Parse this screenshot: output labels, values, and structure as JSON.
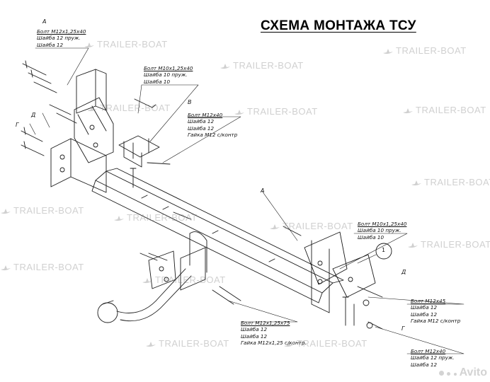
{
  "title": "СХЕМА МОНТАЖА ТСУ",
  "watermark": "TRAILER-BOAT",
  "avito": "Avito",
  "callouts": [
    {
      "id": "A-top",
      "letter": "A",
      "lines": [
        "Болт М12х1,25х40",
        "Шайба 12 пруж.",
        "Шайба 12"
      ]
    },
    {
      "id": "M10-top",
      "letter": "",
      "lines": [
        "Болт М10х1,25х40",
        "Шайба 10 пруж.",
        "Шайба 10"
      ]
    },
    {
      "id": "B",
      "letter": "B",
      "lines": [
        "Болт М12х40",
        "Шайба 12",
        "Шайба 12",
        "Гайка М12 с/контр"
      ]
    },
    {
      "id": "M10-right",
      "letter": "",
      "lines": [
        "Болт М10х1,25х40",
        "Шайба 10 пруж.",
        "Шайба 10"
      ]
    },
    {
      "id": "D-right",
      "letter": "Д",
      "lines": [
        "Болт М12х45",
        "Шайба 12",
        "Шайба 12",
        "Гайка М12 с/контр"
      ]
    },
    {
      "id": "bottom-center",
      "letter": "",
      "lines": [
        "Болт М12х1,25х75",
        "Шайба 12",
        "Шайба 12",
        "Гайка М12х1,25 с/контр."
      ]
    },
    {
      "id": "G-bottom",
      "letter": "Г",
      "lines": [
        "Болт М12х40",
        "Шайба 12 пруж.",
        "Шайба 12"
      ]
    }
  ],
  "letters": {
    "A_top": "А",
    "B": "В",
    "D_left": "Д",
    "G_left": "Г",
    "A_mid": "А",
    "D_right": "Д",
    "G_right": "Г",
    "num1": "1"
  }
}
